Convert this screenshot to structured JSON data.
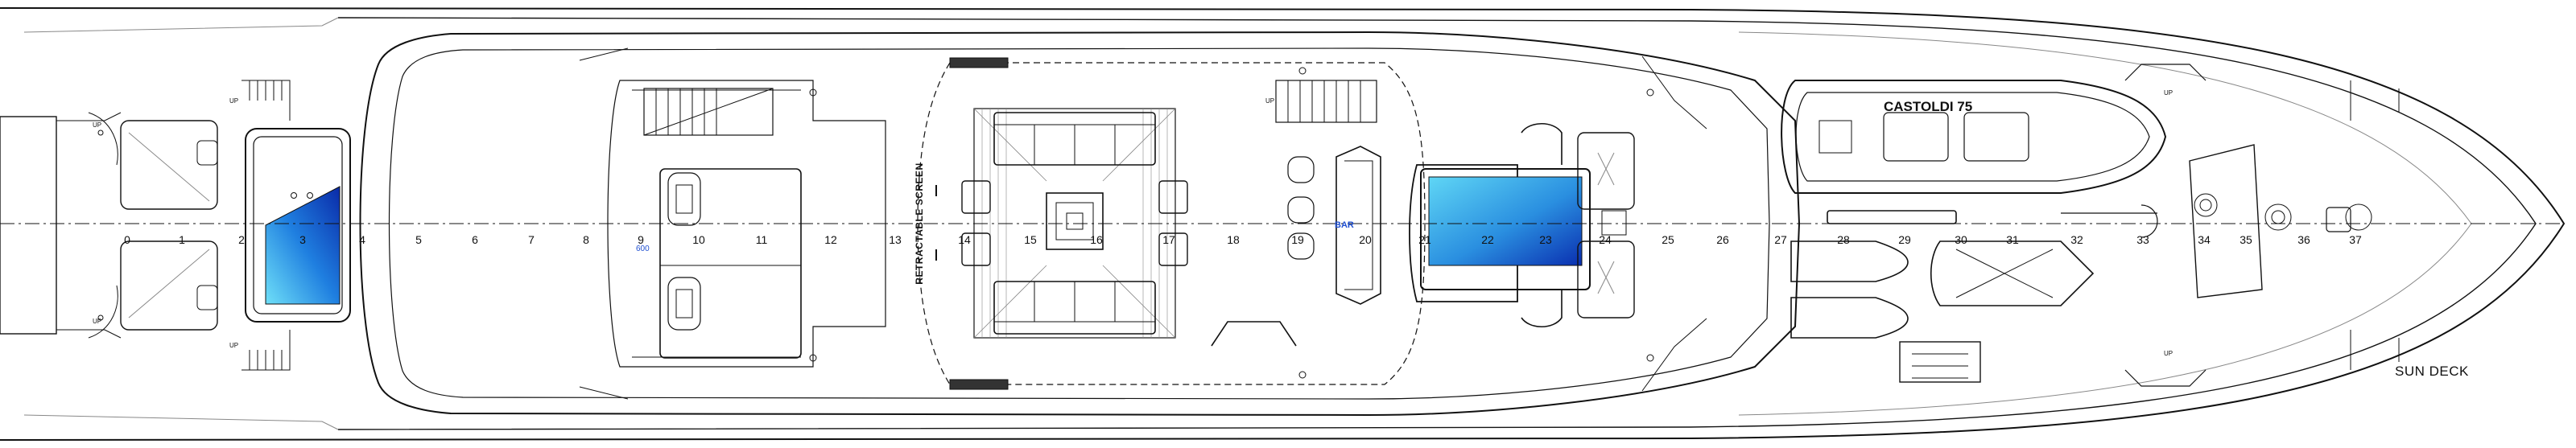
{
  "deck_title": "SUN DECK",
  "retractable_screen_label": "RETRACTABLE SCREEN",
  "tender_label": "CASTOLDI 75",
  "bar_label": "BAR",
  "marker_label": "600",
  "up_label": "UP",
  "frame_numbers": [
    "0",
    "1",
    "2",
    "3",
    "4",
    "5",
    "6",
    "7",
    "8",
    "9",
    "10",
    "11",
    "12",
    "13",
    "14",
    "15",
    "16",
    "17",
    "18",
    "19",
    "20",
    "21",
    "22",
    "23",
    "24",
    "25",
    "26",
    "27",
    "28",
    "29",
    "30",
    "31",
    "32",
    "33",
    "34",
    "35",
    "36",
    "37"
  ],
  "colors": {
    "line": "#111111",
    "light_line": "#888888",
    "pool_light": "#5fd6f5",
    "pool_dark": "#0a2fb0",
    "accent_text": "#1f4fd1"
  }
}
